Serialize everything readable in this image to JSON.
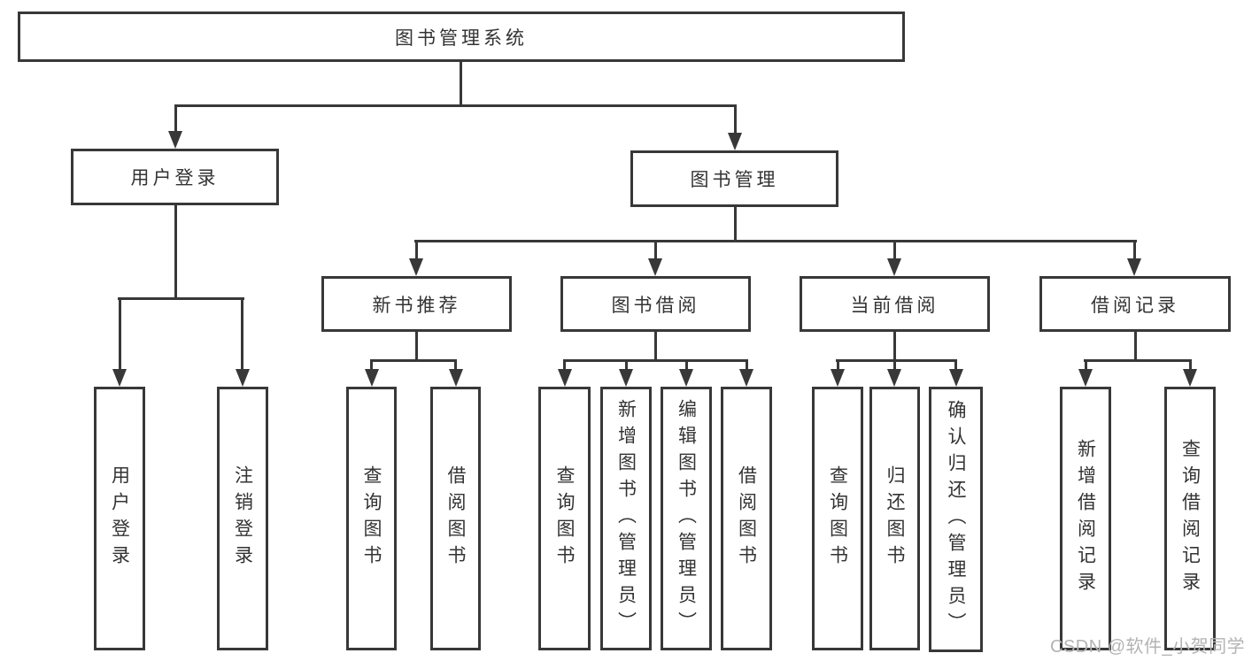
{
  "colors": {
    "line": "#383838",
    "box_border": "#383838",
    "text": "#333333",
    "background": "#ffffff",
    "watermark": "#b3b3b3"
  },
  "root": {
    "label": "图书管理系统"
  },
  "level2": {
    "user_login": {
      "label": "用户登录"
    },
    "book_management": {
      "label": "图书管理"
    }
  },
  "level3": {
    "new_book_recommend": {
      "label": "新书推荐"
    },
    "book_borrowing": {
      "label": "图书借阅"
    },
    "current_borrowing": {
      "label": "当前借阅"
    },
    "borrowing_records": {
      "label": "借阅记录"
    }
  },
  "leaves": [
    {
      "label": "用户登录"
    },
    {
      "label": "注销登录"
    },
    {
      "label": "查询图书"
    },
    {
      "label": "借阅图书"
    },
    {
      "label": "查询图书"
    },
    {
      "label": "新增图书（管理员）"
    },
    {
      "label": "编辑图书（管理员）"
    },
    {
      "label": "借阅图书"
    },
    {
      "label": "查询图书"
    },
    {
      "label": "归还图书"
    },
    {
      "label": "确认归还（管理员）"
    },
    {
      "label": "新增借阅记录"
    },
    {
      "label": "查询借阅记录"
    }
  ],
  "watermark": {
    "text": "CSDN @软件_小贺同学"
  }
}
